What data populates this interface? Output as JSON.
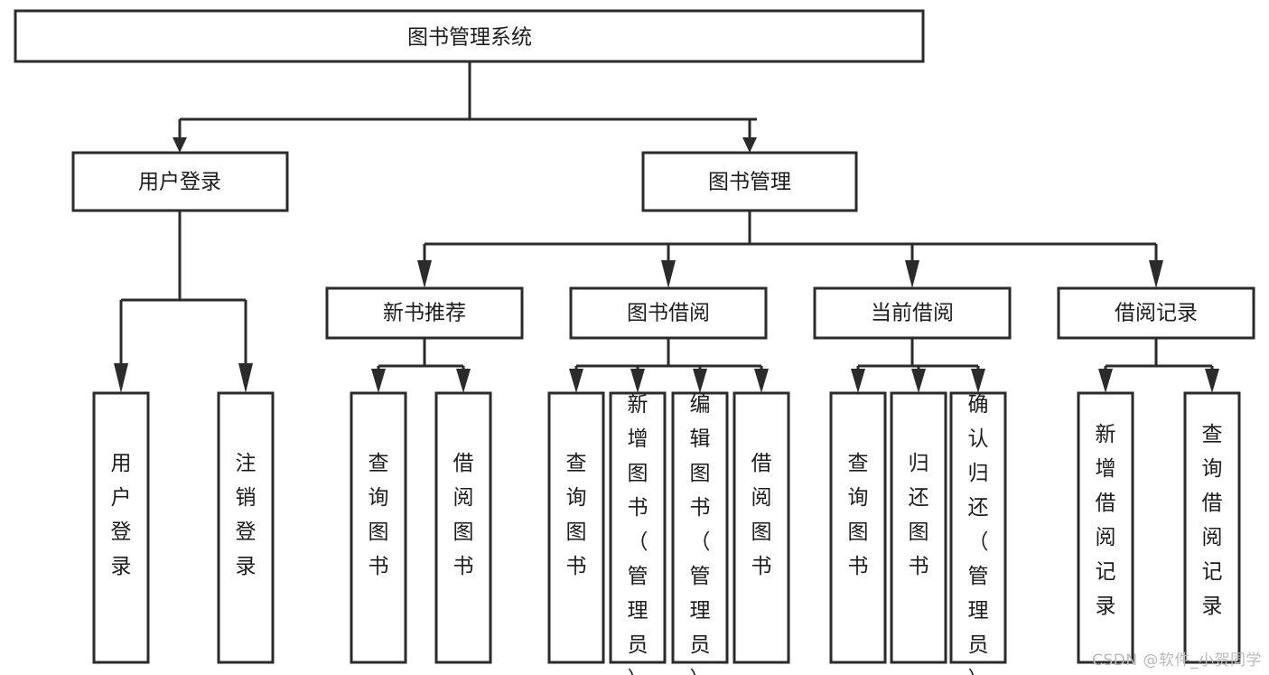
{
  "diagram": {
    "type": "tree",
    "title": "图书管理系统",
    "orientation": "top-down",
    "colors": {
      "box_fill": "#ffffff",
      "box_stroke": "#2b2b2b",
      "edge": "#2b2b2b",
      "text": "#1c1c1c",
      "watermark": "#b9b9b9",
      "background": "#ffffff"
    },
    "root": {
      "id": "n_root",
      "label": "图书管理系统",
      "orient": "horizontal"
    },
    "level2": [
      {
        "id": "n_login",
        "label": "用户登录",
        "orient": "horizontal"
      },
      {
        "id": "n_bookmgmt",
        "label": "图书管理",
        "orient": "horizontal"
      }
    ],
    "level3": [
      {
        "id": "n_newbook",
        "label": "新书推荐",
        "orient": "horizontal",
        "parent": "n_bookmgmt"
      },
      {
        "id": "n_borrow",
        "label": "图书借阅",
        "orient": "horizontal",
        "parent": "n_bookmgmt"
      },
      {
        "id": "n_current",
        "label": "当前借阅",
        "orient": "horizontal",
        "parent": "n_bookmgmt"
      },
      {
        "id": "n_record",
        "label": "借阅记录",
        "orient": "horizontal",
        "parent": "n_bookmgmt"
      }
    ],
    "leaves": [
      {
        "id": "l1",
        "label": "用户登录",
        "orient": "vertical",
        "parent": "n_login"
      },
      {
        "id": "l2",
        "label": "注销登录",
        "orient": "vertical",
        "parent": "n_login"
      },
      {
        "id": "l3",
        "label": "查询图书",
        "orient": "vertical",
        "parent": "n_newbook"
      },
      {
        "id": "l4",
        "label": "借阅图书",
        "orient": "vertical",
        "parent": "n_newbook"
      },
      {
        "id": "l5",
        "label": "查询图书",
        "orient": "vertical",
        "parent": "n_borrow"
      },
      {
        "id": "l6",
        "label": "新增图书（管理员）",
        "orient": "vertical",
        "parent": "n_borrow"
      },
      {
        "id": "l7",
        "label": "编辑图书（管理员）",
        "orient": "vertical",
        "parent": "n_borrow"
      },
      {
        "id": "l8",
        "label": "借阅图书",
        "orient": "vertical",
        "parent": "n_borrow"
      },
      {
        "id": "l9",
        "label": "查询图书",
        "orient": "vertical",
        "parent": "n_current"
      },
      {
        "id": "l10",
        "label": "归还图书",
        "orient": "vertical",
        "parent": "n_current"
      },
      {
        "id": "l11",
        "label": "确认归还（管理员）",
        "orient": "vertical",
        "parent": "n_current"
      },
      {
        "id": "l12",
        "label": "新增借阅记录",
        "orient": "vertical",
        "parent": "n_record"
      },
      {
        "id": "l13",
        "label": "查询借阅记录",
        "orient": "vertical",
        "parent": "n_record"
      }
    ],
    "watermark": "CSDN @软件_小贺同学"
  }
}
